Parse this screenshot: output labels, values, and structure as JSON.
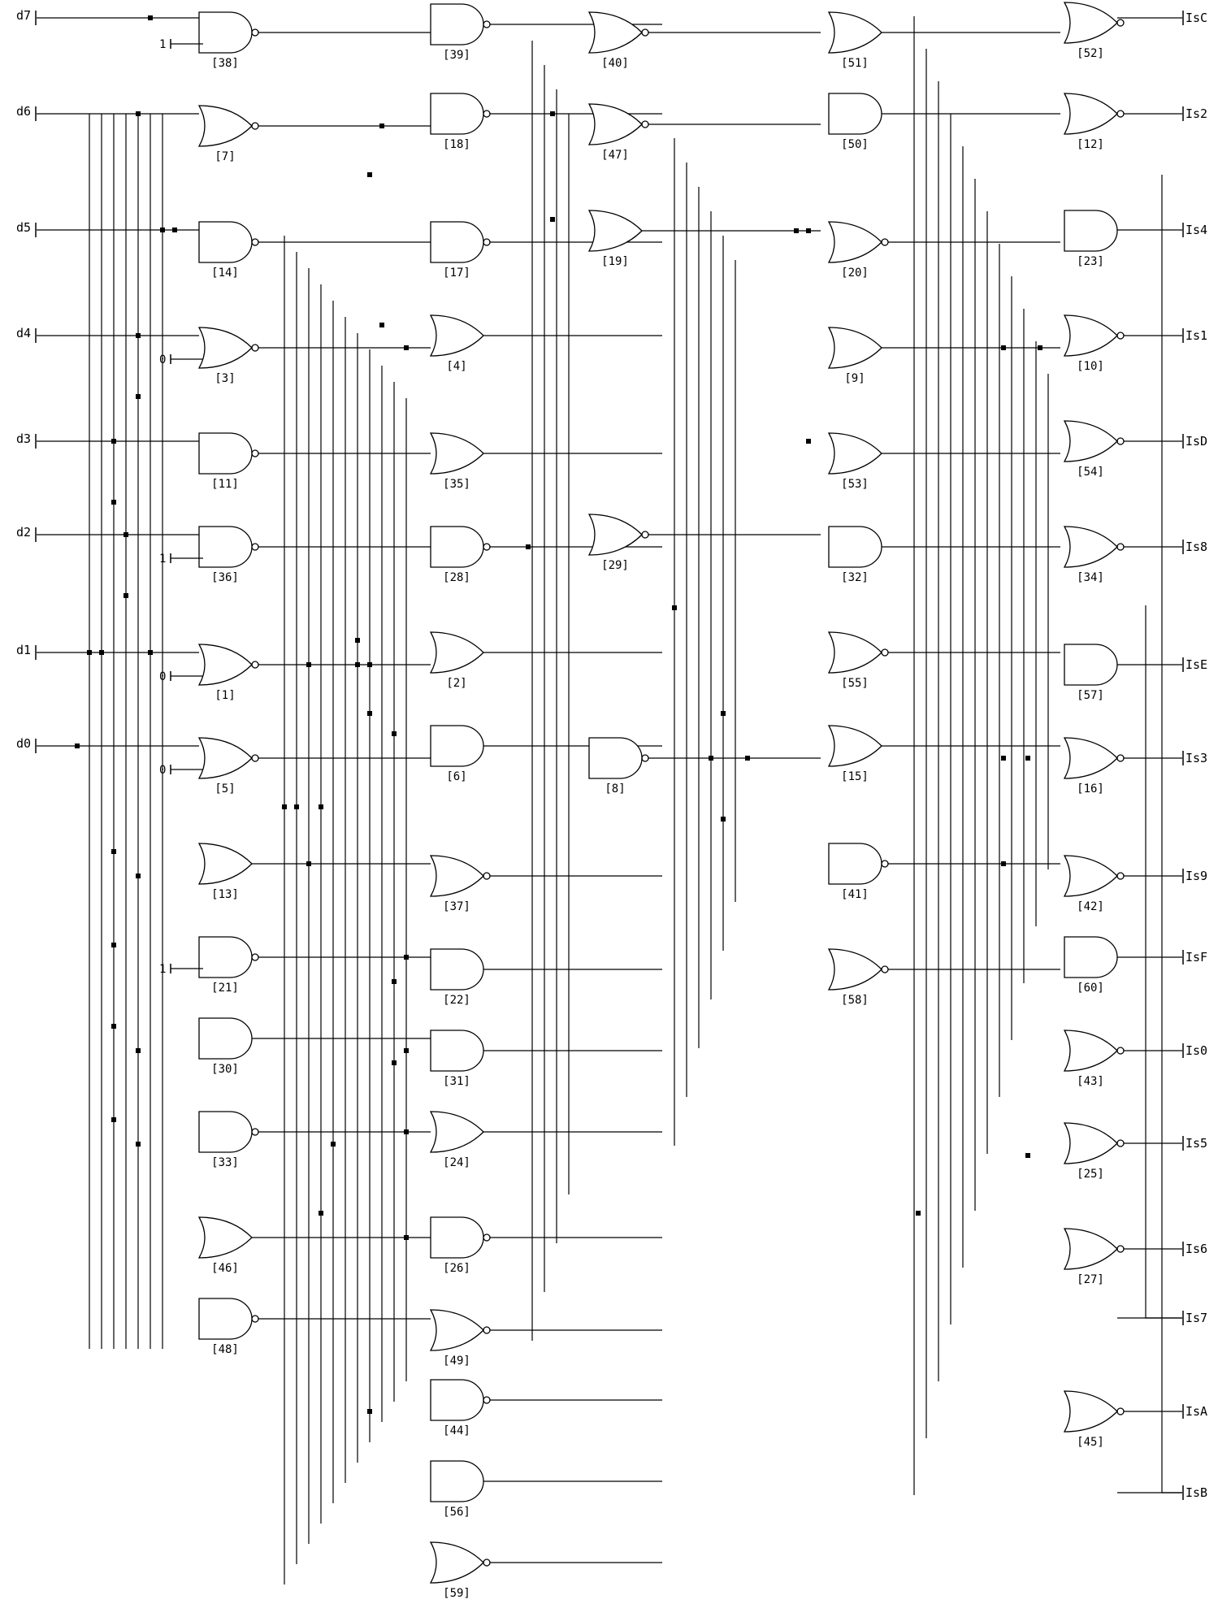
{
  "inputs": [
    {
      "name": "d7"
    },
    {
      "name": "d6"
    },
    {
      "name": "d5"
    },
    {
      "name": "d4"
    },
    {
      "name": "d3"
    },
    {
      "name": "d2"
    },
    {
      "name": "d1"
    },
    {
      "name": "d0"
    }
  ],
  "outputs": [
    {
      "name": "IsC"
    },
    {
      "name": "Is2"
    },
    {
      "name": "Is4"
    },
    {
      "name": "Is1"
    },
    {
      "name": "IsD"
    },
    {
      "name": "Is8"
    },
    {
      "name": "IsE"
    },
    {
      "name": "Is3"
    },
    {
      "name": "Is9"
    },
    {
      "name": "IsF"
    },
    {
      "name": "Is0"
    },
    {
      "name": "Is5"
    },
    {
      "name": "Is6"
    },
    {
      "name": "Is7"
    },
    {
      "name": "IsA"
    },
    {
      "name": "IsB"
    }
  ],
  "constants": [
    {
      "gate": "38",
      "value": "1"
    },
    {
      "gate": "3",
      "value": "0"
    },
    {
      "gate": "36",
      "value": "1"
    },
    {
      "gate": "1",
      "value": "0"
    },
    {
      "gate": "5",
      "value": "0"
    },
    {
      "gate": "21",
      "value": "1"
    }
  ],
  "gates": [
    {
      "id": "38",
      "label": "[38]",
      "type": "nand"
    },
    {
      "id": "39",
      "label": "[39]",
      "type": "nand"
    },
    {
      "id": "40",
      "label": "[40]",
      "type": "nor"
    },
    {
      "id": "51",
      "label": "[51]",
      "type": "or"
    },
    {
      "id": "52",
      "label": "[52]",
      "type": "nor"
    },
    {
      "id": "7",
      "label": "[7]",
      "type": "nor"
    },
    {
      "id": "18",
      "label": "[18]",
      "type": "nand"
    },
    {
      "id": "47",
      "label": "[47]",
      "type": "nor"
    },
    {
      "id": "50",
      "label": "[50]",
      "type": "and"
    },
    {
      "id": "12",
      "label": "[12]",
      "type": "nor"
    },
    {
      "id": "14",
      "label": "[14]",
      "type": "nand"
    },
    {
      "id": "17",
      "label": "[17]",
      "type": "nand"
    },
    {
      "id": "19",
      "label": "[19]",
      "type": "or"
    },
    {
      "id": "20",
      "label": "[20]",
      "type": "nor"
    },
    {
      "id": "23",
      "label": "[23]",
      "type": "and"
    },
    {
      "id": "3",
      "label": "[3]",
      "type": "nor"
    },
    {
      "id": "4",
      "label": "[4]",
      "type": "or"
    },
    {
      "id": "9",
      "label": "[9]",
      "type": "or"
    },
    {
      "id": "10",
      "label": "[10]",
      "type": "nor"
    },
    {
      "id": "11",
      "label": "[11]",
      "type": "nand"
    },
    {
      "id": "35",
      "label": "[35]",
      "type": "or"
    },
    {
      "id": "53",
      "label": "[53]",
      "type": "or"
    },
    {
      "id": "54",
      "label": "[54]",
      "type": "nor"
    },
    {
      "id": "36",
      "label": "[36]",
      "type": "nand"
    },
    {
      "id": "28",
      "label": "[28]",
      "type": "nand"
    },
    {
      "id": "29",
      "label": "[29]",
      "type": "nor"
    },
    {
      "id": "32",
      "label": "[32]",
      "type": "and"
    },
    {
      "id": "34",
      "label": "[34]",
      "type": "nor"
    },
    {
      "id": "1",
      "label": "[1]",
      "type": "nor"
    },
    {
      "id": "2",
      "label": "[2]",
      "type": "or"
    },
    {
      "id": "55",
      "label": "[55]",
      "type": "nor"
    },
    {
      "id": "57",
      "label": "[57]",
      "type": "and"
    },
    {
      "id": "5",
      "label": "[5]",
      "type": "nor"
    },
    {
      "id": "6",
      "label": "[6]",
      "type": "and"
    },
    {
      "id": "8",
      "label": "[8]",
      "type": "nand"
    },
    {
      "id": "15",
      "label": "[15]",
      "type": "or"
    },
    {
      "id": "16",
      "label": "[16]",
      "type": "nor"
    },
    {
      "id": "13",
      "label": "[13]",
      "type": "or"
    },
    {
      "id": "37",
      "label": "[37]",
      "type": "nor"
    },
    {
      "id": "41",
      "label": "[41]",
      "type": "nand"
    },
    {
      "id": "42",
      "label": "[42]",
      "type": "nor"
    },
    {
      "id": "21",
      "label": "[21]",
      "type": "nand"
    },
    {
      "id": "22",
      "label": "[22]",
      "type": "and"
    },
    {
      "id": "58",
      "label": "[58]",
      "type": "nor"
    },
    {
      "id": "60",
      "label": "[60]",
      "type": "and"
    },
    {
      "id": "30",
      "label": "[30]",
      "type": "and"
    },
    {
      "id": "31",
      "label": "[31]",
      "type": "and"
    },
    {
      "id": "43",
      "label": "[43]",
      "type": "nor"
    },
    {
      "id": "33",
      "label": "[33]",
      "type": "nand"
    },
    {
      "id": "24",
      "label": "[24]",
      "type": "or"
    },
    {
      "id": "25",
      "label": "[25]",
      "type": "nor"
    },
    {
      "id": "46",
      "label": "[46]",
      "type": "or"
    },
    {
      "id": "26",
      "label": "[26]",
      "type": "nand"
    },
    {
      "id": "27",
      "label": "[27]",
      "type": "nor"
    },
    {
      "id": "48",
      "label": "[48]",
      "type": "nand"
    },
    {
      "id": "49",
      "label": "[49]",
      "type": "nor"
    },
    {
      "id": "44",
      "label": "[44]",
      "type": "nand"
    },
    {
      "id": "45",
      "label": "[45]",
      "type": "nor"
    },
    {
      "id": "56",
      "label": "[56]",
      "type": "and"
    },
    {
      "id": "59",
      "label": "[59]",
      "type": "nor"
    }
  ]
}
